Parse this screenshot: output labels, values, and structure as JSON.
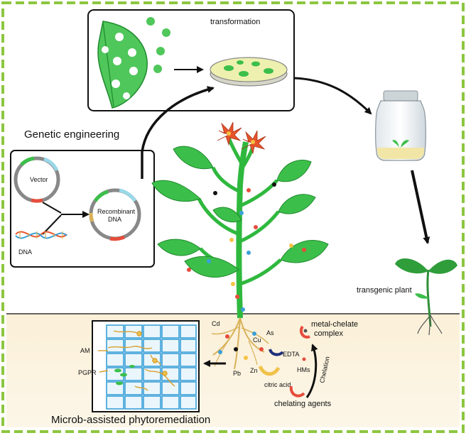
{
  "labels": {
    "transformation": "transformation",
    "genetic_engineering": "Genetic engineering",
    "vector": "Vector",
    "recombinant_line1": "Recombinant",
    "recombinant_line2": "DNA",
    "dna": "DNA",
    "transgenic_plant": "transgenic plant",
    "microb_assisted": "Microb-assisted phytoremediation",
    "am": "AM",
    "pgpr": "PGPR",
    "cd": "Cd",
    "as": "As",
    "cu": "Cu",
    "pb": "Pb",
    "zn": "Zn",
    "edta": "EDTA",
    "citric_acid": "citric acid",
    "hms": "HMs",
    "metal_chelate_line1": "metal-chelate",
    "metal_chelate_line2": "complex",
    "chelation": "Chelation",
    "chelating_agents": "chelating agents"
  },
  "colors": {
    "border_dash": "#8dc63f",
    "soil": "#fbf3e0",
    "leaf": "#3cbf4a",
    "leaf_dark": "#1f8a2e",
    "root": "#d9b25a",
    "flower": "#e8542a",
    "root_cell": "#3aa0d8",
    "petri_liquid": "#eef0b0"
  }
}
